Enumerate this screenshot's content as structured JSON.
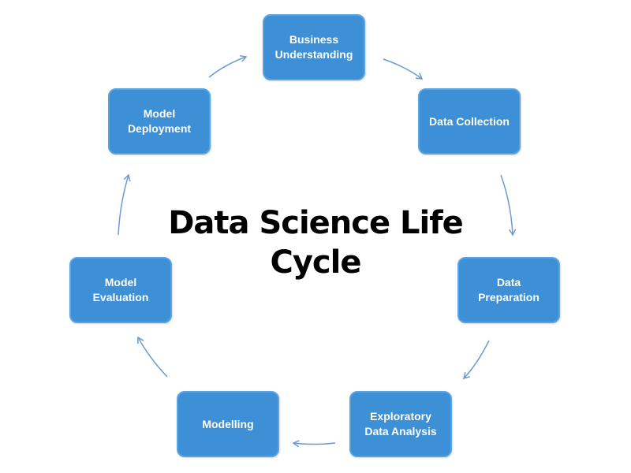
{
  "title": "Data Science Life Cycle",
  "steps": [
    "Business Understanding",
    "Data Collection",
    "Data Preparation",
    "Exploratory Data Analysis",
    "Modelling",
    "Model Evaluation",
    "Model Deployment"
  ],
  "colors": {
    "node_fill": "#3d8fd6",
    "node_border": "#5aa3e3",
    "node_text": "#ffffff",
    "arrow": "#6b9bd1",
    "title_text": "#000000"
  }
}
